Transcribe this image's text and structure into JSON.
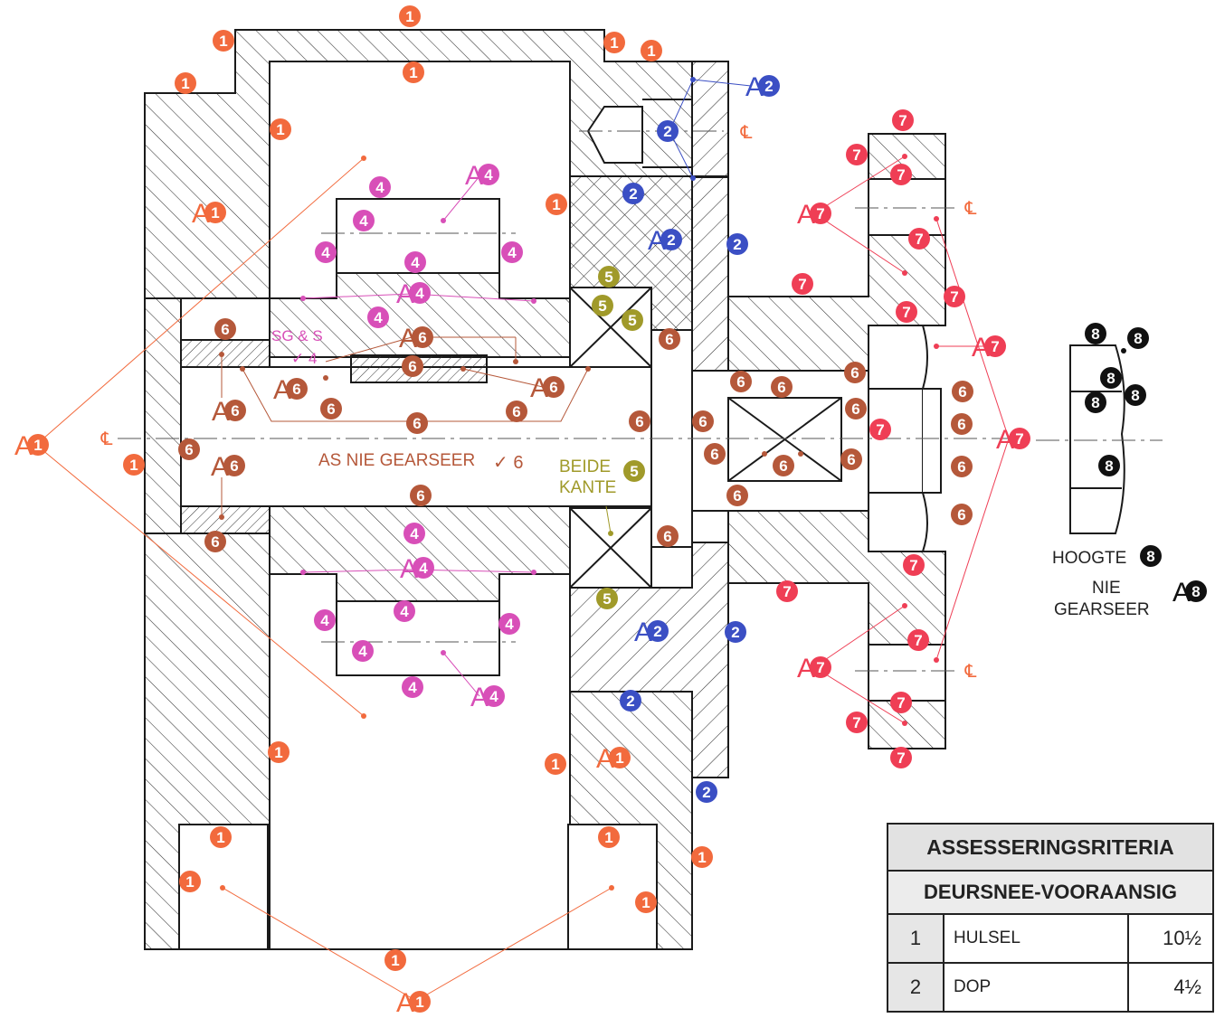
{
  "labels": {
    "sg_s": "SG & S",
    "sg_s_tick": "✓ 4",
    "as_nie": "AS NIE GEARSEER",
    "as_nie_tick": "✓ 6",
    "beide": "BEIDE",
    "kante": "KANTE",
    "hoogte": "HOOGTE",
    "nie": "NIE",
    "gearseer": "GEARSEER",
    "centerline": "℄"
  },
  "table": {
    "title": "ASSESSERINGSRITERIA",
    "subtitle": "DEURSNEE-VOORAANSIG",
    "rows": [
      {
        "num": "1",
        "name": "HULSEL",
        "mark": "10½"
      },
      {
        "num": "2",
        "name": "DOP",
        "mark": "4½"
      }
    ]
  },
  "colors": {
    "c1": "#f26a3d",
    "c2": "#3b4fc4",
    "c4": "#d84fb8",
    "c5": "#a09a2a",
    "c6": "#b5583a",
    "c7": "#ef3e55",
    "c8": "#111111",
    "line": "#1a1a1a"
  },
  "icons": [
    "mark-badge-icon",
    "assessment-marker-icon",
    "centerline-symbol-icon"
  ]
}
